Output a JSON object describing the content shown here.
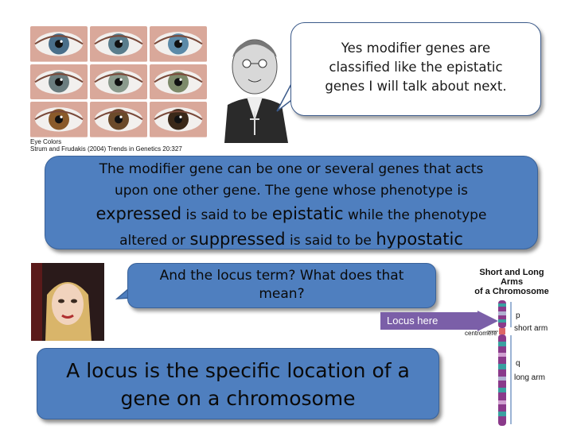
{
  "top_bubble": {
    "lines": [
      "Yes modifier genes are",
      "classified like the epistatic",
      "genes I  will talk about next."
    ]
  },
  "eye_figure": {
    "caption_lines": [
      "Eye Colors",
      "Strum and Frudakis (2004) Trends in Genetics 20:327"
    ],
    "iris_colors": [
      "#4a6f8a",
      "#5a7d8c",
      "#5c8aa8",
      "#6b7d7f",
      "#8a9a8c",
      "#7d8a6a",
      "#8a5a2a",
      "#6b4a2a",
      "#3a2818"
    ]
  },
  "definition_box": {
    "line1": "The modifier gene can be one or several genes that acts",
    "line2": "upon one other gene.  The gene whose phenotype is",
    "line3_big1": "expressed",
    "line3_mid": " is said to be ",
    "line3_big2": "epistatic",
    "line3_end": " while the phenotype",
    "line4_start": "altered or ",
    "line4_big1": "suppressed",
    "line4_mid": " is said to be ",
    "line4_big2": "hypostatic"
  },
  "question_bubble": {
    "lines": [
      "And the locus term? What does that",
      "mean?"
    ]
  },
  "locus_arrow": {
    "label": "Locus here"
  },
  "answer_box": {
    "lines": [
      "A locus is the specific location of a",
      "gene on a chromosome"
    ]
  },
  "chromosome": {
    "title_lines": [
      "Short and Long Arms",
      "of a Chromosome"
    ],
    "labels": {
      "p": "p",
      "short_arm": "short arm",
      "centromere": "centromere",
      "q": "q",
      "long_arm": "long arm"
    }
  },
  "colors": {
    "box_blue": "#4f7fbf",
    "arrow_purple": "#7b5fa8"
  }
}
